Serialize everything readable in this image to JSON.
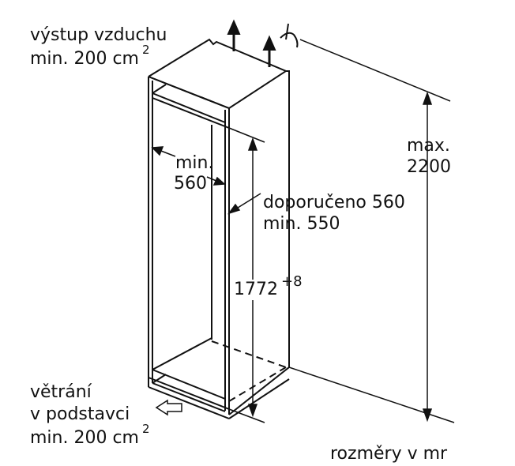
{
  "air_outlet": {
    "line1": "výstup vzduchu",
    "line2": "min. 200 cm",
    "sup": "2"
  },
  "plinth_vent": {
    "line1": "větrání",
    "line2": "v podstavci",
    "line3": "min. 200 cm",
    "sup": "2"
  },
  "depth": {
    "line1": "min.",
    "line2": "560"
  },
  "width": {
    "line1": "doporučeno 560",
    "line2": "min. 550"
  },
  "niche_height": {
    "value": "1772",
    "tolerance": "+8"
  },
  "max_height": {
    "line1": "max.",
    "line2": "2200"
  },
  "units_note": "rozměry v mr"
}
